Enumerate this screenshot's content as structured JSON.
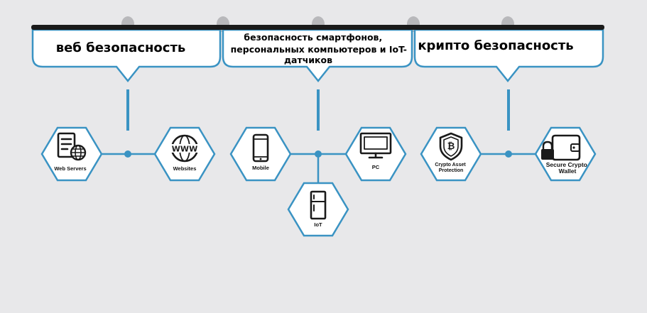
{
  "colors": {
    "background": "#e8e8ea",
    "accent": "#3a93c3",
    "rail": "#1a1a1a",
    "peg": "#b8b8bb"
  },
  "headers": [
    {
      "id": "web",
      "lines": [
        "веб безопасность"
      ]
    },
    {
      "id": "devices",
      "lines": [
        "безопасность смартфонов,",
        "персональных компьютеров и IoT-",
        "датчиков"
      ]
    },
    {
      "id": "crypto",
      "lines": [
        "крипто безопасность"
      ]
    }
  ],
  "nodes": [
    {
      "id": "web-servers",
      "label_lines": [
        "Web Servers"
      ],
      "icon": "server-globe-icon"
    },
    {
      "id": "websites",
      "label_lines": [
        "Websites"
      ],
      "icon": "www-globe-icon"
    },
    {
      "id": "mobile",
      "label_lines": [
        "Mobile"
      ],
      "icon": "smartphone-icon"
    },
    {
      "id": "pc",
      "label_lines": [
        "PC"
      ],
      "icon": "monitor-icon"
    },
    {
      "id": "iot",
      "label_lines": [
        "IoT"
      ],
      "icon": "refrigerator-icon"
    },
    {
      "id": "crypto-asset",
      "label_lines": [
        "Crypto Asset",
        "Protection"
      ],
      "icon": "bitcoin-shield-icon"
    },
    {
      "id": "crypto-wallet",
      "label_lines": [
        "Secure Crypto",
        "Wallet"
      ],
      "icon": "locked-wallet-icon"
    }
  ]
}
